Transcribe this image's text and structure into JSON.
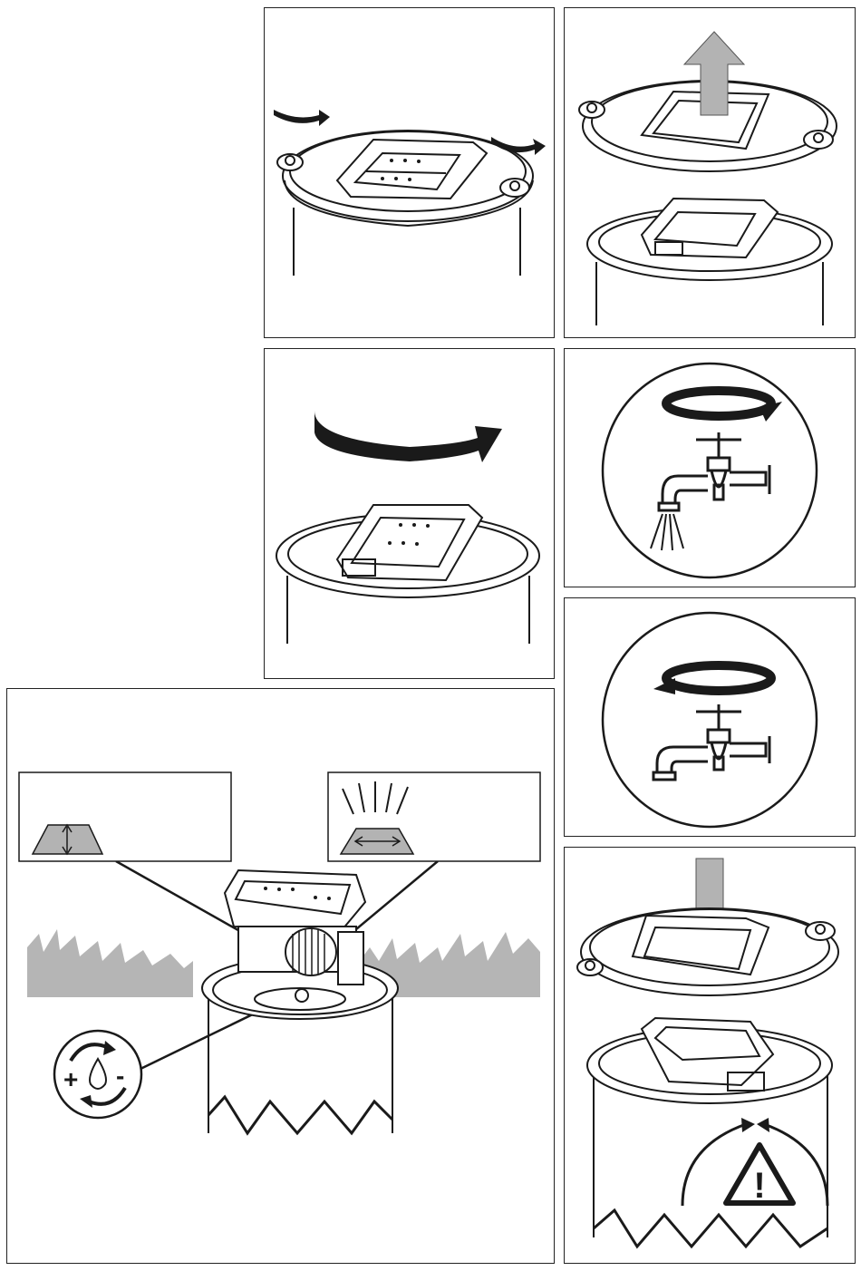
{
  "page": {
    "background": "#ffffff",
    "line_color": "#1a1a1a",
    "grass_color": "#b5b5b5"
  },
  "panels": [
    {
      "id": "step-1",
      "illustration": "unlock-lid-clips"
    },
    {
      "id": "step-2",
      "illustration": "lift-lid-off"
    },
    {
      "id": "step-3",
      "illustration": "rotate-sprinkler"
    },
    {
      "id": "step-4",
      "illustration": "open-tap"
    },
    {
      "id": "step-5",
      "illustration": "close-tap"
    },
    {
      "id": "step-6",
      "illustration": "adjust-spray-height-width"
    },
    {
      "id": "step-7",
      "illustration": "replace-lid-warning"
    }
  ],
  "icons": {
    "height": "height-adjust-icon",
    "width": "width-adjust-icon",
    "flow": "flow-adjust-icon",
    "warning": "warning-icon",
    "tap": "tap-icon"
  },
  "flow_icon_symbols": {
    "plus": "+",
    "minus": "-"
  },
  "warning_symbol": "!"
}
